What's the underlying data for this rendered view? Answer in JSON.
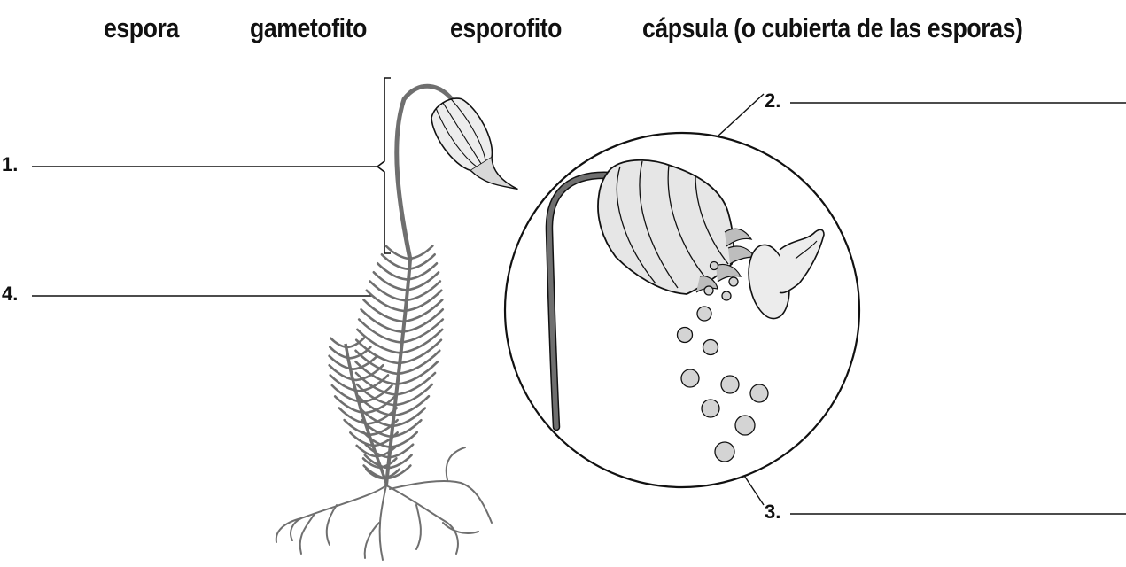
{
  "word_bank": [
    "espora",
    "gametofito",
    "esporofito",
    "cápsula (o cubierta de las esporas)"
  ],
  "labels": [
    {
      "number": "1.",
      "answer": ""
    },
    {
      "number": "2.",
      "answer": ""
    },
    {
      "number": "3.",
      "answer": ""
    },
    {
      "number": "4.",
      "answer": ""
    }
  ],
  "colors": {
    "ink": "#111111",
    "plant": "#6f6f6f",
    "capsule_fill": "#e6e6e6",
    "spore_fill": "#d4d4d4"
  }
}
